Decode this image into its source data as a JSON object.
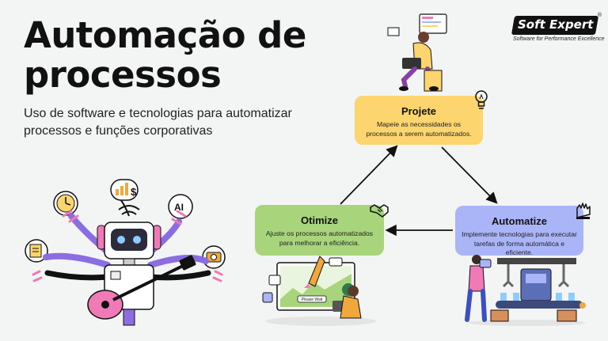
{
  "title_line1": "Automação de",
  "title_line2": "processos",
  "subtitle": "Uso de software e tecnologias para automatizar processos e funções corporativas",
  "logo": {
    "name": "Soft Expert",
    "reg": "®",
    "tagline": "Software for Performance Excellence"
  },
  "cycle": {
    "projete": {
      "title": "Projete",
      "description": "Mapeie as necessidades os processos a serem automatizados."
    },
    "automatize": {
      "title": "Automatize",
      "description": "Implemente tecnologias para executar tarefas de forma automática e eficiente."
    },
    "otimize": {
      "title": "Otimize",
      "description": "Ajuste os processos automatizados para melhorar a eficiência."
    }
  },
  "illustration": {
    "robot_badge": "AI",
    "otimize_screen_text": "Please Wait"
  },
  "icons": {
    "projete": "lightbulb-icon",
    "automatize": "robot-hand-icon",
    "otimize": "handshake-icon"
  },
  "colors": {
    "projete": "#fcd56e",
    "otimize": "#a8d47c",
    "automatize": "#aab5f7",
    "robot_arms": "#8a6de0",
    "accent_pink": "#f07ab5"
  }
}
